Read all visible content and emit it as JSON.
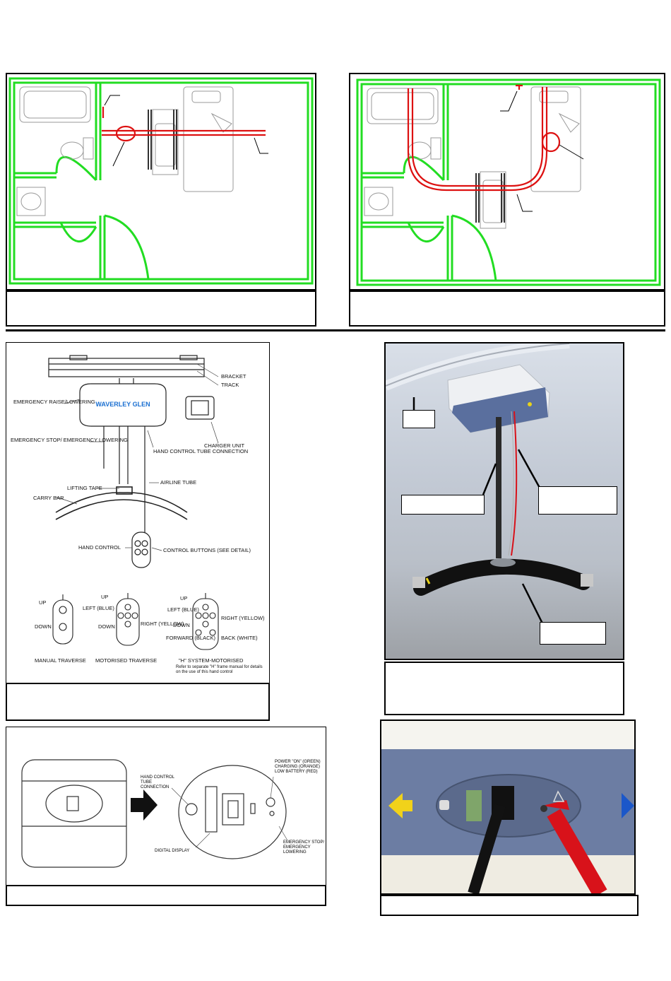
{
  "diagram_parts": {
    "bracket": "BRACKET",
    "track": "TRACK",
    "emergency_raise": "EMERGENCY RAISE/LOWERING",
    "emergency_stop": "EMERGENCY STOP/ EMERGENCY LOWERING",
    "brand": "WAVERLEY GLEN",
    "charger_unit": "CHARGER UNIT",
    "hand_control_tube": "HAND CONTROL TUBE CONNECTION",
    "airline_tube": "AIRLINE TUBE",
    "lifting_tape": "LIFTING TAPE",
    "carry_bar": "CARRY BAR",
    "hand_control": "HAND CONTROL",
    "control_buttons": "CONTROL BUTTONS (SEE DETAIL)",
    "up": "UP",
    "down": "DOWN",
    "left_blue": "LEFT (BLUE)",
    "right_yellow": "RIGHT (YELLOW)",
    "forward_black": "FORWARD (BLACK)",
    "back_white": "BACK (WHITE)",
    "manual_traverse": "MANUAL TRAVERSE",
    "motorised_traverse": "MOTORISED TRAVERSE",
    "h_system": "\"H\" SYSTEM-MOTORISED",
    "h_system_note": "Refer to separate \"H\" frame manual for details on the use of this hand control"
  },
  "panel_detail": {
    "hand_control_tube": "HAND CONTROL TUBE CONNECTION",
    "power_on": "POWER \"ON\" (GREEN) CHARGING (ORANGE) LOW BATTERY (RED)",
    "digital_display": "DIGITAL DISPLAY",
    "emergency_stop": "EMERGENCY STOP/ EMERGENCY LOWERING"
  },
  "colors": {
    "wall": "#22dd22",
    "track": "#dd1111",
    "unit_blue": "#5a6f9e",
    "strap_red": "#d8121a",
    "arrow_yellow": "#f1d21a",
    "arrow_blue": "#1b57c9"
  }
}
